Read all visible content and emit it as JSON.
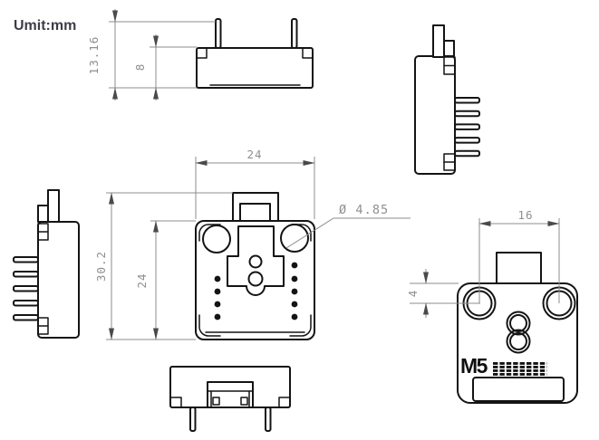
{
  "unit_label": "Umit:mm",
  "logo_text": "M5",
  "dimensions": {
    "total_height_mm": "13.16",
    "body_height_mm": "8",
    "body_width_mm": "24",
    "overall_depth_mm": "30.2",
    "body_depth_mm": "24",
    "hole_diameter_mm": "Ø 4.85",
    "hole_pitch_mm": "16",
    "hole_edge_offset_mm": "4"
  },
  "colors": {
    "background": "#ffffff",
    "part_outline": "#141414",
    "dimension_line": "#8c8c8c",
    "dimension_text": "#8f8f8f",
    "unit_label_text": "#3d3d47"
  }
}
